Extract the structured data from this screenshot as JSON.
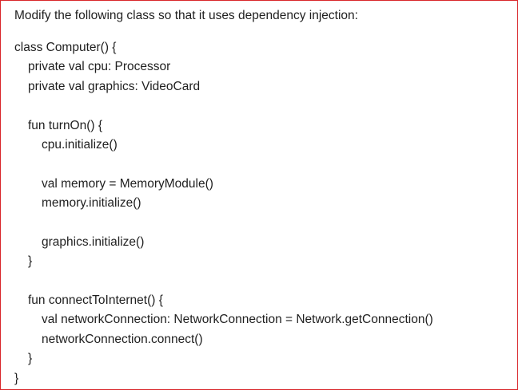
{
  "prompt": "Modify the following class so that it uses dependency injection:",
  "code_lines": [
    {
      "text": "class Computer() {",
      "indent": 0
    },
    {
      "text": "private val cpu: Processor",
      "indent": 1
    },
    {
      "text": "private val graphics: VideoCard",
      "indent": 1
    },
    {
      "text": "",
      "indent": 0
    },
    {
      "text": "fun turnOn() {",
      "indent": 1
    },
    {
      "text": "cpu.initialize()",
      "indent": 2
    },
    {
      "text": "",
      "indent": 0
    },
    {
      "text": "val memory = MemoryModule()",
      "indent": 2
    },
    {
      "text": "memory.initialize()",
      "indent": 2
    },
    {
      "text": "",
      "indent": 0
    },
    {
      "text": "graphics.initialize()",
      "indent": 2
    },
    {
      "text": "}",
      "indent": 1
    },
    {
      "text": "",
      "indent": 0
    },
    {
      "text": "fun connectToInternet() {",
      "indent": 1
    },
    {
      "text": "val networkConnection: NetworkConnection = Network.getConnection()",
      "indent": 2
    },
    {
      "text": "networkConnection.connect()",
      "indent": 2
    },
    {
      "text": "}",
      "indent": 1
    },
    {
      "text": "}",
      "indent": 0
    }
  ]
}
